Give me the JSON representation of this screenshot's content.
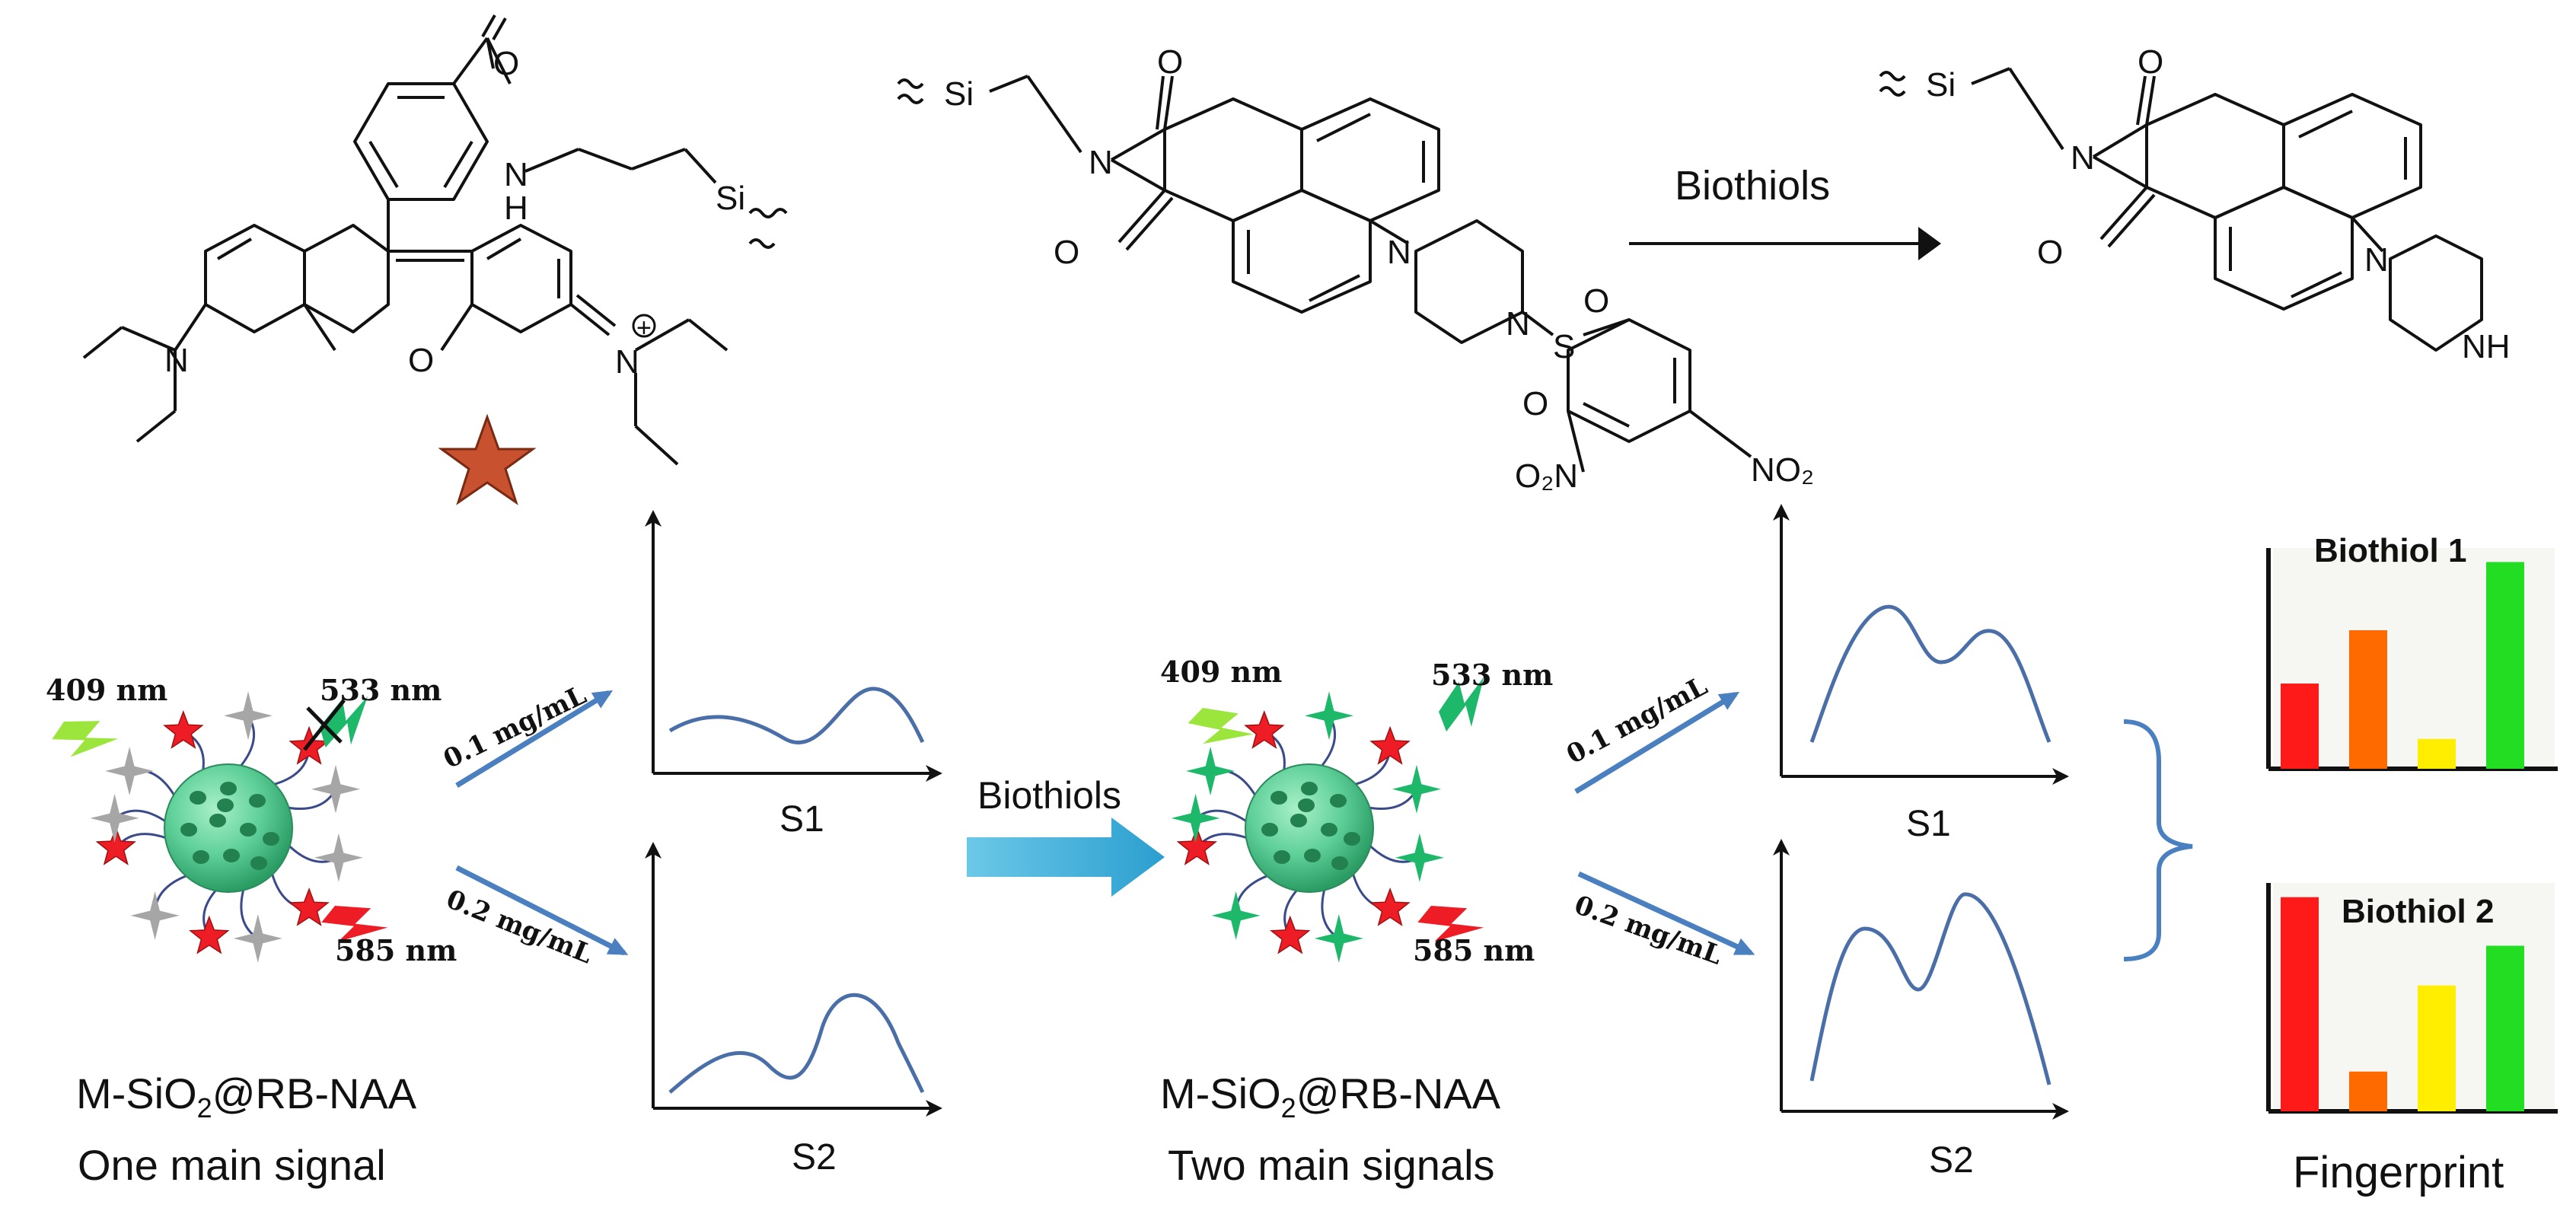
{
  "top": {
    "reaction_label": "Biothiols",
    "rhodamine_atoms": {
      "carbonyl_o": "O",
      "amide_nh": "H",
      "amide_n": "N",
      "si": "Si",
      "ring_o": "O",
      "left_n": "N",
      "right_n": "N",
      "plus": "+"
    },
    "probe_atoms": {
      "si": "Si",
      "o_top": "O",
      "n_imide": "N",
      "o_bottom": "O",
      "n_pip1": "N",
      "n_pip2": "N",
      "s": "S",
      "o_s1": "O",
      "o_s2": "O",
      "no2_left": "O₂N",
      "no2_right": "NO₂"
    },
    "product_atoms": {
      "si": "Si",
      "o_top": "O",
      "n_imide": "N",
      "o_bottom": "O",
      "n_pip": "N",
      "nh": "NH"
    }
  },
  "left_particle": {
    "ex_label": "409 nm",
    "green_em_label": "533 nm",
    "red_em_label": "585 nm",
    "name_prefix": "M-SiO",
    "name_sub": "2",
    "name_suffix": "@RB-NAA",
    "caption": "One main signal"
  },
  "mid_particle": {
    "ex_label": "409 nm",
    "green_em_label": "533 nm",
    "red_em_label": "585 nm",
    "name_prefix": "M-SiO",
    "name_sub": "2",
    "name_suffix": "@RB-NAA",
    "caption": "Two main signals"
  },
  "process_arrow_label": "Biothiols",
  "concentrations": {
    "c1": "0.1 mg/mL",
    "c2": "0.2 mg/mL"
  },
  "spectra": {
    "s1": "S1",
    "s2": "S2"
  },
  "fingerprint": {
    "caption": "Fingerprint",
    "bar_colors": [
      "#ff1a1a",
      "#ff6a00",
      "#ffee00",
      "#22dd22"
    ],
    "charts": [
      {
        "title": "Biothiol 1",
        "values": [
          0.4,
          0.65,
          0.14,
          0.97
        ]
      },
      {
        "title": "Biothiol 2",
        "values": [
          0.97,
          0.18,
          0.57,
          0.75
        ]
      }
    ]
  },
  "colors": {
    "particle": "#5fd09a",
    "red_star": "#ee1c25",
    "green_star": "#1db86a",
    "gray_star": "#a6a6a6",
    "lime_bolt": "#9be53c",
    "reaction_star": "#c8522f",
    "arrow_blue": "#4a7fc0",
    "big_arrow": "#3fb0d8",
    "brace": "#4a7fc0"
  }
}
